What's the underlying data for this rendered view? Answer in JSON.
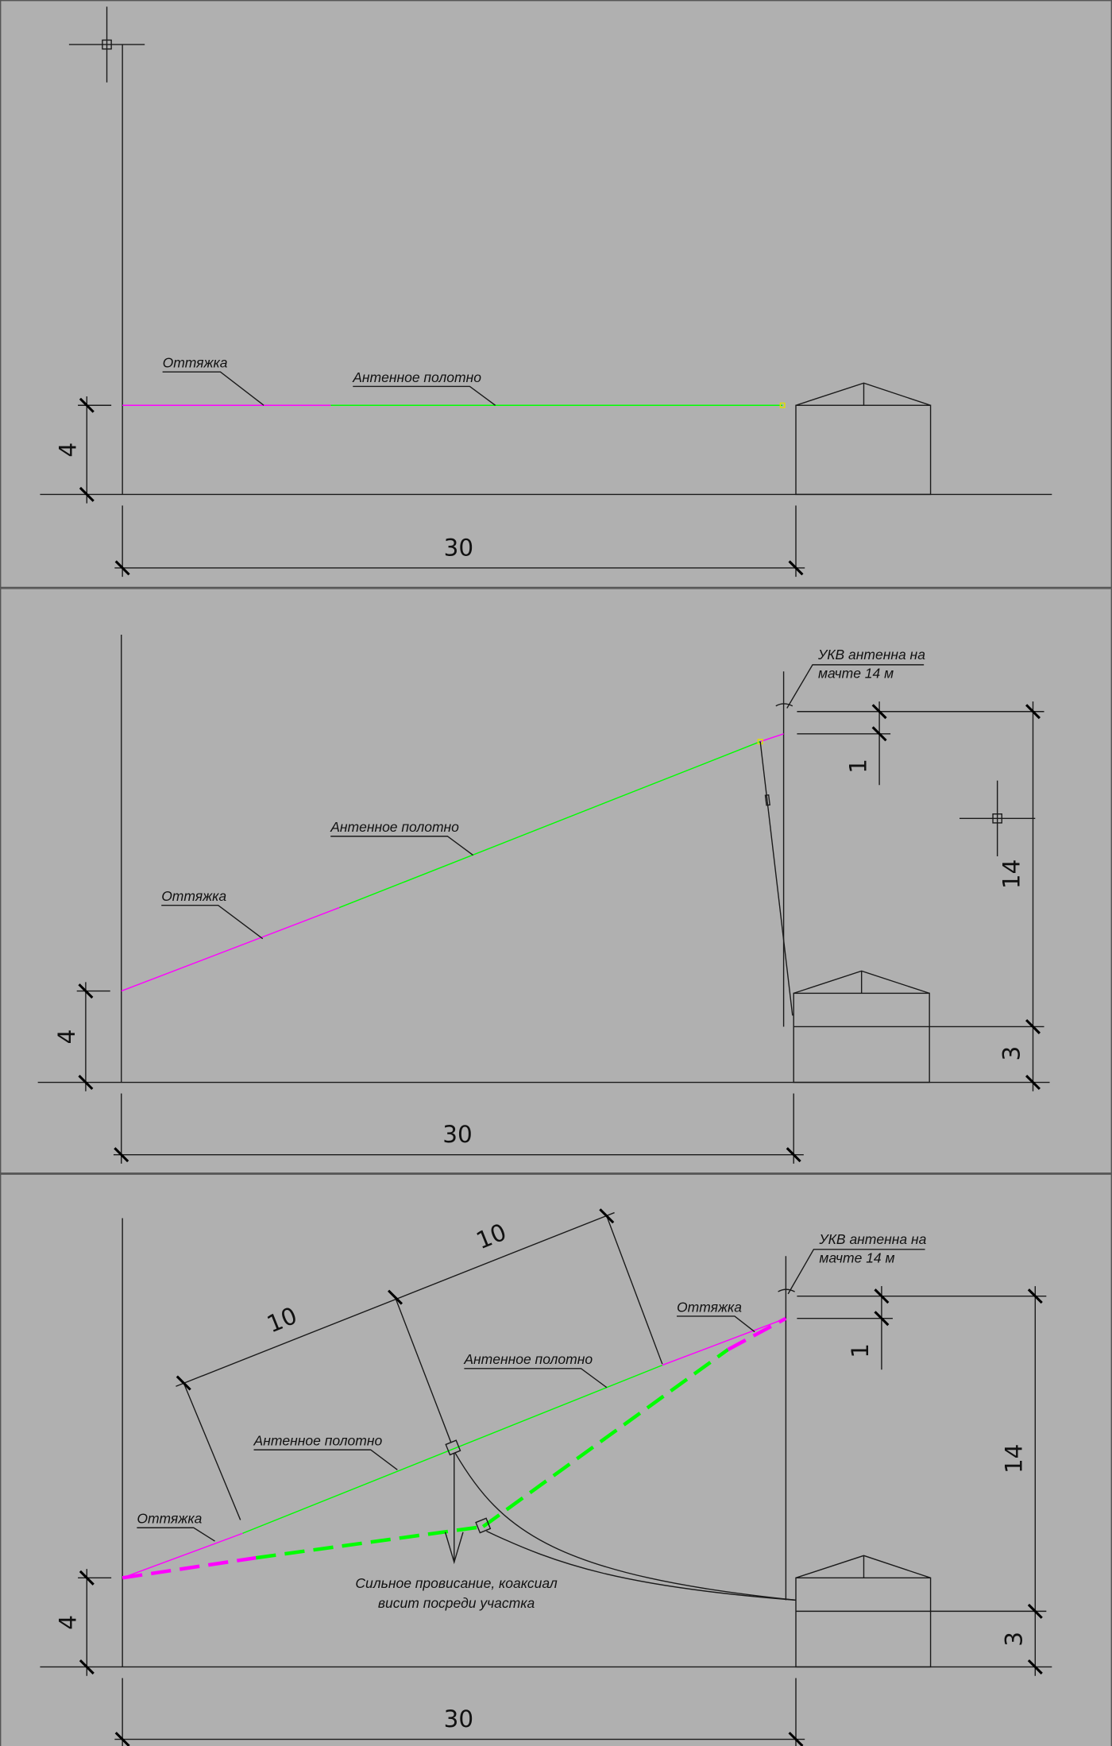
{
  "colors": {
    "background": "#b0b0b0",
    "guy_wire": "#ff00ff",
    "antenna": "#00ff00",
    "lines": "#1a1a1a"
  },
  "panel1": {
    "guy_label": "Оттяжка",
    "antenna_label": "Антенное полотно",
    "dim_height": "4",
    "dim_length": "30"
  },
  "panel2": {
    "guy_label": "Оттяжка",
    "antenna_label": "Антенное полотно",
    "vhf_label_line1": "УКВ антенна на",
    "vhf_label_line2": "мачте 14 м",
    "dim_offset": "1",
    "dim_mast": "14",
    "dim_house": "3",
    "dim_height": "4",
    "dim_length": "30"
  },
  "panel3": {
    "guy_label_left": "Оттяжка",
    "guy_label_right": "Оттяжка",
    "antenna_label_left": "Антенное полотно",
    "antenna_label_right": "Антенное полотно",
    "vhf_label_line1": "УКВ антенна на",
    "vhf_label_line2": "мачте 14 м",
    "sag_note_line1": "Сильное провисание, коаксиал",
    "sag_note_line2": "висит посреди участка",
    "dim_half_left": "10",
    "dim_half_right": "10",
    "dim_offset": "1",
    "dim_mast": "14",
    "dim_house": "3",
    "dim_height": "4",
    "dim_length": "30"
  }
}
